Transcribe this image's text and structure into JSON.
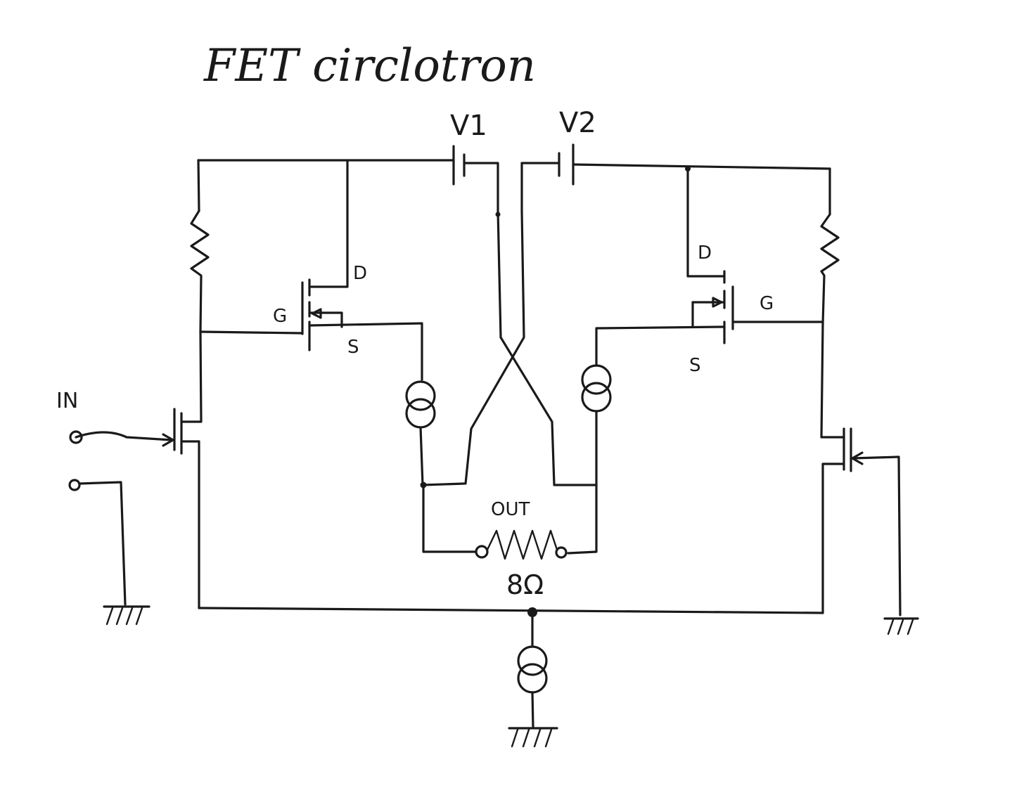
{
  "diagram": {
    "title": "FET circlotron",
    "supplies": {
      "v1": "V1",
      "v2": "V2"
    },
    "input_label": "IN",
    "output_label": "OUT",
    "load_value": "8Ω",
    "left_fet": {
      "drain": "D",
      "gate": "G",
      "source": "S"
    },
    "right_fet": {
      "drain": "D",
      "gate": "G",
      "source": "S"
    }
  }
}
